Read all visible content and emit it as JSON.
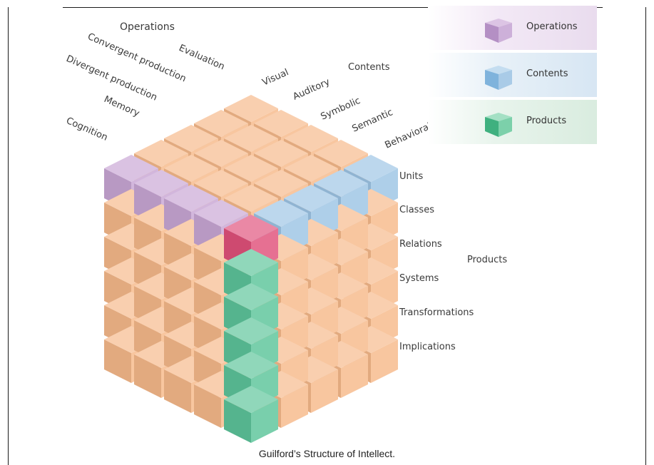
{
  "caption": "Guilford’s Structure of Intellect.",
  "legend": [
    {
      "label": "Operations",
      "color": "#c8a6d4"
    },
    {
      "label": "Contents",
      "color": "#9cc4e4"
    },
    {
      "label": "Products",
      "color": "#5cc49a"
    }
  ],
  "axes": {
    "operations": {
      "title": "Operations",
      "items": [
        "Evaluation",
        "Convergent production",
        "Divergent production",
        "Memory",
        "Cognition"
      ]
    },
    "contents": {
      "title": "Contents",
      "items": [
        "Visual",
        "Auditory",
        "Symbolic",
        "Semantic",
        "Behavioral"
      ]
    },
    "products": {
      "title": "Products",
      "items": [
        "Units",
        "Classes",
        "Relations",
        "Systems",
        "Transformations",
        "Implications"
      ]
    }
  },
  "colors": {
    "cube_base": "#f6b98a",
    "operations_highlight": "#c8a6d4",
    "contents_highlight": "#9cc4e4",
    "products_highlight": "#5cc49a",
    "intersection": "#e0507a"
  }
}
